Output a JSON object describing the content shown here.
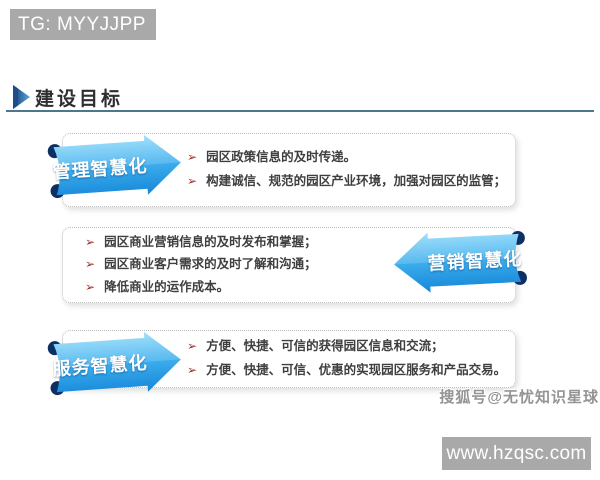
{
  "watermarks": {
    "top_left": "TG: MYYJJPP",
    "bottom_right_url": "www.hzqsc.com",
    "sohu_tag": "搜狐号@无忧知识星球"
  },
  "header": {
    "title": "建设目标"
  },
  "sections": [
    {
      "banner_label": "管理智慧化",
      "banner_side": "left",
      "bullets": [
        "园区政策信息的及时传递。",
        "构建诚信、规范的园区产业环境，加强对园区的监管；"
      ]
    },
    {
      "banner_label": "营销智慧化",
      "banner_side": "right",
      "bullets": [
        "园区商业营销信息的及时发布和掌握；",
        "园区商业客户需求的及时了解和沟通；",
        "降低商业的运作成本。"
      ]
    },
    {
      "banner_label": "服务智慧化",
      "banner_side": "left",
      "bullets": [
        "方便、快捷、可信的获得园区信息和交流；",
        "方便、快捷、可信、优惠的实现园区服务和产品交易。"
      ]
    }
  ],
  "icons": {
    "bullet_glyph": "➢",
    "title_icon": "play-triangle-icon"
  },
  "colors": {
    "banner_blue_light": "#7fd2f6",
    "banner_blue_dark": "#1587d8",
    "banner_curl_navy": "#0e2f63",
    "bullet_red": "#9e2f28",
    "title_rule": "#4b7890",
    "watermark_gray": "#a9a9a9"
  }
}
